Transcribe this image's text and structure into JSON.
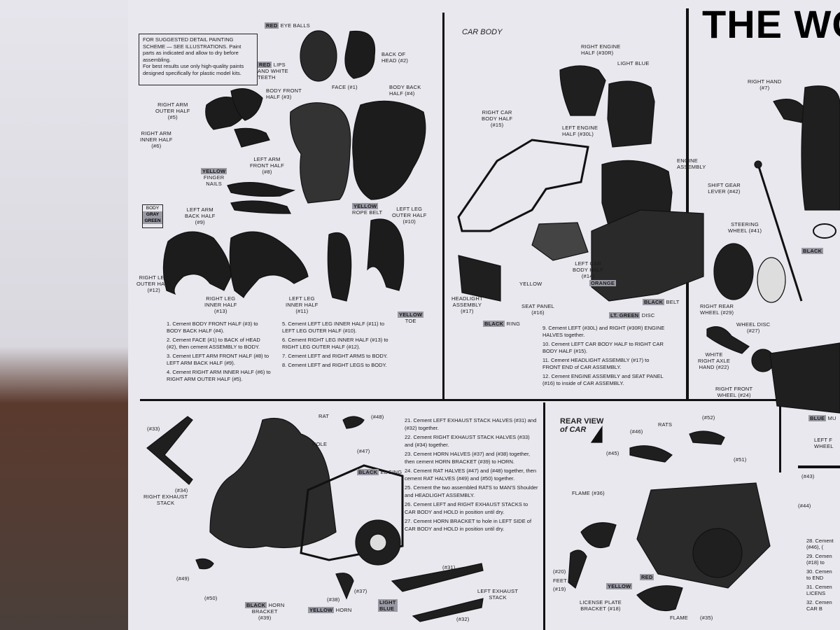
{
  "title": "THE WO",
  "note": [
    "FOR SUGGESTED DETAIL PAINTING SCHEME — SEE ILLUSTRATIONS. Paint parts as indicated and allow to dry before assembling.",
    "For best results use only high-quality paints designed specifically for plastic model kits."
  ],
  "body_box": {
    "label": "BODY",
    "color": "GRAY GREEN"
  },
  "car_body_title": "CAR BODY",
  "rear_view_title": [
    "REAR VIEW",
    "of CAR"
  ],
  "labels_figure": {
    "red": "RED",
    "eye_balls": "EYE BALLS",
    "lips_1": "LIPS",
    "lips_2": "and WHITE",
    "teeth": "TEETH",
    "face": "FACE (#1)",
    "back_head_1": "BACK OF",
    "back_head_2": "HEAD (#2)",
    "body_front_1": "BODY FRONT",
    "body_front_2": "HALF (#3)",
    "body_back_1": "BODY BACK",
    "body_back_2": "HALF (#4)",
    "right_arm_outer_1": "RIGHT ARM",
    "right_arm_outer_2": "OUTER HALF",
    "right_arm_outer_3": "(#5)",
    "right_arm_inner_1": "RIGHT ARM",
    "right_arm_inner_2": "INNER HALF",
    "right_arm_inner_3": "(#6)",
    "left_arm_front_1": "LEFT ARM",
    "left_arm_front_2": "FRONT HALF",
    "left_arm_front_3": "(#8)",
    "yellow": "YELLOW",
    "finger_1": "FINGER",
    "finger_2": "NAILS",
    "left_arm_back_1": "LEFT ARM",
    "left_arm_back_2": "BACK HALF",
    "left_arm_back_3": "(#9)",
    "rope_belt": "ROPE BELT",
    "left_leg_outer_1": "LEFT LEG",
    "left_leg_outer_2": "OUTER HALF",
    "left_leg_outer_3": "(#10)",
    "right_leg_outer_1": "RIGHT LEG",
    "right_leg_outer_2": "OUTER HALF",
    "right_leg_outer_3": "(#12)",
    "right_leg_inner_1": "RIGHT LEG",
    "right_leg_inner_2": "INNER HALF",
    "right_leg_inner_3": "(#13)",
    "left_leg_inner_1": "LEFT LEG",
    "left_leg_inner_2": "INNER HALF",
    "left_leg_inner_3": "(#11)",
    "toe": "TOE"
  },
  "steps_1": [
    "1. Cement BODY FRONT HALF (#3) to BODY BACK HALF (#4).",
    "2. Cement FACE (#1) to BACK of HEAD (#2), then cement ASSEMBLY to BODY.",
    "3. Cement LEFT ARM FRONT HALF (#8) to LEFT ARM BACK HALF (#9).",
    "4. Cement RIGHT ARM INNER HALF (#6) to RIGHT ARM OUTER HALF (#5)."
  ],
  "steps_2": [
    "5. Cement LEFT LEG INNER HALF (#11) to LEFT LEG OUTER HALF (#10).",
    "6. Cement RIGHT LEG INNER HALF (#13) to RIGHT LEG OUTER HALF (#12).",
    "7. Cement LEFT and RIGHT ARMS to BODY.",
    "8. Cement LEFT and RIGHT LEGS to BODY."
  ],
  "labels_car": {
    "right_engine_1": "RIGHT ENGINE",
    "right_engine_2": "HALF (#30R)",
    "light_blue": "LIGHT BLUE",
    "right_car_1": "RIGHT CAR",
    "right_car_2": "BODY HALF",
    "right_car_3": "(#15)",
    "left_engine_1": "LEFT ENGINE",
    "left_engine_2": "HALF (#30L)",
    "engine_1": "ENGINE",
    "engine_2": "ASSEMBLY",
    "left_car_1": "LEFT CAR",
    "left_car_2": "BODY HALF",
    "left_car_3": "(#14)",
    "orange": "ORANGE",
    "yellow": "YELLOW",
    "headlight_1": "HEADLIGHT",
    "headlight_2": "ASSEMBLY",
    "headlight_3": "(#17)",
    "seat_1": "SEAT PANEL",
    "seat_2": "(#16)",
    "black": "BLACK",
    "belt": "BELT",
    "ring": "RING",
    "lt_green": "LT. GREEN",
    "disc": "DISC"
  },
  "steps_3": [
    "9. Cement LEFT (#30L) and RIGHT (#30R) ENGINE HALVES together.",
    "10. Cement LEFT CAR BODY HALF to RIGHT CAR BODY HALF (#15).",
    "11. Cement HEADLIGHT ASSEMBLY (#17) to FRONT END of CAR ASSEMBLY.",
    "12. Cement ENGINE ASSEMBLY and SEAT PANEL (#16) to inside of CAR ASSEMBLY."
  ],
  "labels_right": {
    "right_hand_1": "RIGHT HAND",
    "right_hand_2": "(#7)",
    "shift_1": "SHIFT GEAR",
    "shift_2": "LEVER (#42)",
    "steering_1": "STEERING",
    "steering_2": "WHEEL (#41)",
    "black": "BLACK",
    "right_rear_1": "RIGHT REAR",
    "right_rear_2": "WHEEL (#29)",
    "wheel_disc_1": "WHEEL DISC",
    "wheel_disc_2": "(#27)",
    "white": "WHITE",
    "right_axle_1": "RIGHT AXLE",
    "right_axle_2": "HAND (#22)",
    "right_front_1": "RIGHT FRONT",
    "right_front_2": "WHEEL (#24)",
    "blue": "BLUE",
    "mu": "MU",
    "left_f_1": "LEFT F",
    "left_f_2": "WHEEL"
  },
  "labels_bottom": {
    "n23": "(#33)",
    "rat": "RAT",
    "n48": "(#48)",
    "hole": "HOLE",
    "n47": "(#47)",
    "black": "BLACK",
    "edging": "EDGING",
    "n34": "(#34)",
    "right_exhaust_1": "RIGHT EXHAUST",
    "right_exhaust_2": "STACK",
    "n49": "(#49)",
    "n50": "(#50)",
    "horn_bracket_1": "HORN",
    "horn_bracket_2": "BRACKET",
    "horn_bracket_3": "(#39)",
    "n38": "(#38)",
    "yellow": "YELLOW",
    "horn": "HORN",
    "n37": "(#37)",
    "light_blue_1": "LIGHT",
    "light_blue_2": "BLUE",
    "n31": "(#31)",
    "left_exhaust_1": "LEFT EXHAUST",
    "left_exhaust_2": "STACK",
    "n32": "(#32)"
  },
  "steps_4": [
    "21. Cement LEFT EXHAUST STACK HALVES (#31) and (#32) together.",
    "22. Cement RIGHT EXHAUST STACK HALVES (#33) and (#34) together.",
    "23. Cement HORN HALVES (#37) and (#38) together, then cement HORN BRACKET (#39) to HORN.",
    "24. Cement RAT HALVES (#47) and (#48) together, then cement RAT HALVES (#49) and (#50) together.",
    "25. Cement the two assembled RATS to MAN'S Shoulder and HEADLIGHT ASSEMBLY.",
    "26. Cement LEFT and RIGHT EXHAUST STACKS to CAR BODY and HOLD in position until dry.",
    "27. Cement HORN BRACKET to hole in LEFT SIDE of CAR BODY and HOLD in position until dry."
  ],
  "labels_rear": {
    "rats": "RATS",
    "n52": "(#52)",
    "n46": "(#46)",
    "n45": "(#45)",
    "n51": "(#51)",
    "n43": "(#43)",
    "n44": "(#44)",
    "flame_36": "FLAME (#36)",
    "n20": "(#20)",
    "feet": "FEET",
    "n19": "(#19)",
    "yellow": "YELLOW",
    "red": "RED",
    "license_1": "LICENSE PLATE",
    "license_2": "BRACKET (#18)",
    "flame": "FLAME",
    "n35": "(#35)"
  },
  "steps_5": [
    "28. Cement",
    "(#46), (",
    "29. Cemen",
    "(#18) to",
    "30. Cemen",
    "to END",
    "31. Cemen",
    "LICENS",
    "32. Cemen",
    "CAR B"
  ]
}
